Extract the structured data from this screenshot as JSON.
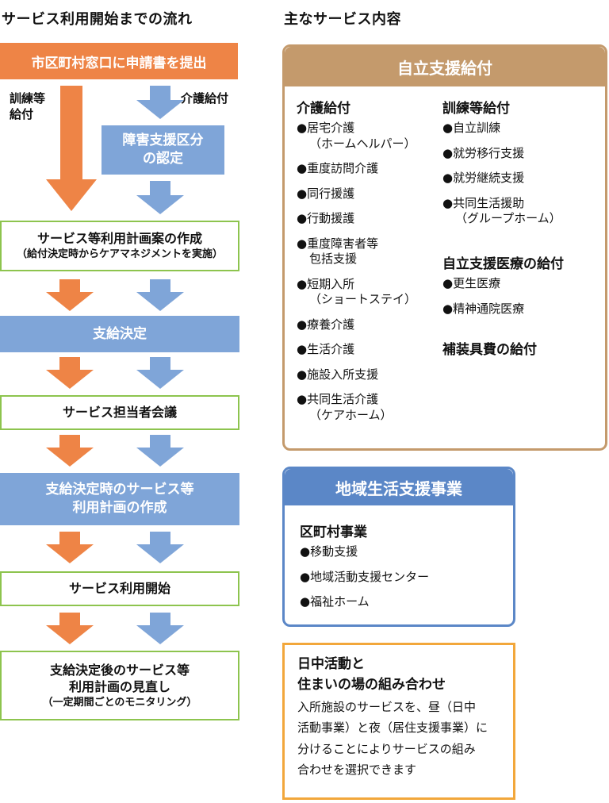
{
  "flow": {
    "heading": "サービス利用開始までの流れ",
    "step1": "市区町村窓口に申請書を提出",
    "label_training": [
      "訓練等",
      "給付"
    ],
    "label_care": "介護給付",
    "step_assessment": [
      "障害支援区分",
      "の認定"
    ],
    "step2": {
      "title": "サービス等利用計画案の作成",
      "sub": "（給付決定時からケアマネジメントを実施）"
    },
    "step3": "支給決定",
    "step4": "サービス担当者会議",
    "step5": [
      "支給決定時のサービス等",
      "利用計画の作成"
    ],
    "step6": "サービス利用開始",
    "step7": {
      "lines": [
        "支給決定後のサービス等",
        "利用計画の見直し"
      ],
      "sub": "（一定期間ごとのモニタリング）"
    }
  },
  "services": {
    "heading": "主なサービス内容",
    "independence": {
      "title": "自立支援給付",
      "care": {
        "title": "介護給付",
        "items": [
          [
            "●居宅介護",
            "（ホームヘルパー）"
          ],
          [
            "●重度訪問介護"
          ],
          [
            "●同行援護"
          ],
          [
            "●行動援護"
          ],
          [
            "●重度障害者等",
            "包括支援"
          ],
          [
            "●短期入所",
            "（ショートステイ）"
          ],
          [
            "●療養介護"
          ],
          [
            "●生活介護"
          ],
          [
            "●施設入所支援"
          ],
          [
            "●共同生活介護",
            "（ケアホーム）"
          ]
        ]
      },
      "training": {
        "title": "訓練等給付",
        "items": [
          [
            "●自立訓練"
          ],
          [
            "●就労移行支援"
          ],
          [
            "●就労継続支援"
          ],
          [
            "●共同生活援助",
            "（グループホーム）"
          ]
        ]
      },
      "medical": {
        "title": "自立支援医療の給付",
        "items": [
          [
            "●更生医療"
          ],
          [
            "●精神通院医療"
          ]
        ]
      },
      "equipment": {
        "title": "補装具費の給付"
      }
    },
    "community": {
      "title": "地域生活支援事業",
      "subtitle": "区町村事業",
      "items": [
        "●移動支援",
        "●地域活動支援センター",
        "●福祉ホーム"
      ]
    },
    "daytime": {
      "title": [
        "日中活動と",
        "住まいの場の組み合わせ"
      ],
      "body": [
        "入所施設のサービスを、昼（日中",
        "活動事業）と夜（居住支援事業）に",
        "分けることによりサービスの組み",
        "合わせを選択できます"
      ]
    }
  },
  "colors": {
    "orange": "#ee8446",
    "blue": "#7fa5d8",
    "green": "#8dc44e",
    "brown": "#c49a6c",
    "panel_blue": "#5b87c7",
    "yellow_orange": "#f2a73b"
  }
}
